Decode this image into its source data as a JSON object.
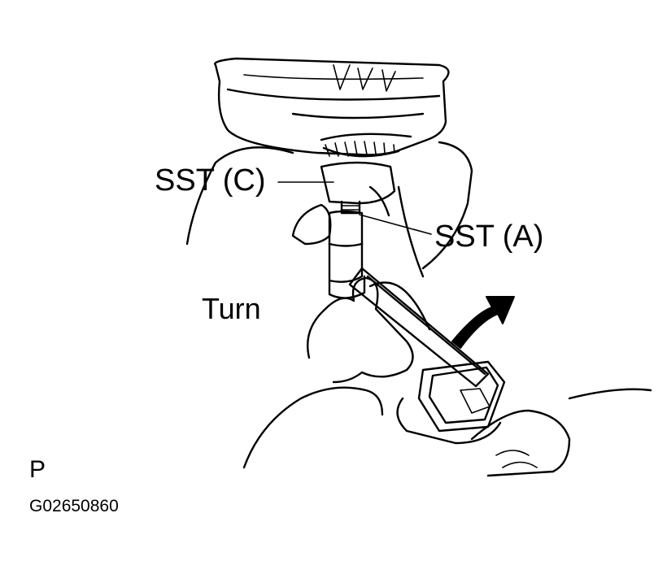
{
  "labels": {
    "sst_c": "SST (C)",
    "sst_a": "SST (A)",
    "turn": "Turn",
    "view_code": "P",
    "figure_id": "G02650860"
  },
  "icons": {
    "rotation_arrow": "curved-arrow-icon"
  },
  "colors": {
    "ink": "#000000",
    "paper": "#ffffff"
  }
}
